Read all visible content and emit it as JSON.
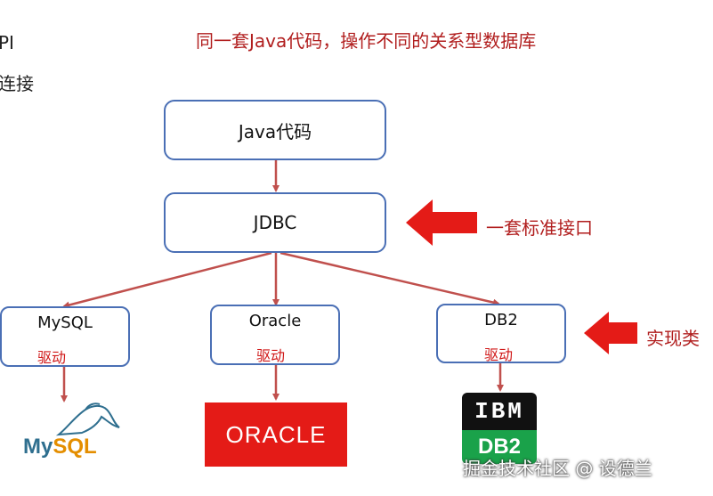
{
  "edge_fragments": {
    "line1": "PI",
    "line2": "连接"
  },
  "headline": "同一套Java代码，操作不同的关系型数据库",
  "nodes": {
    "java": "Java代码",
    "jdbc": "JDBC"
  },
  "drivers": [
    {
      "name": "MySQL",
      "sub": "驱动"
    },
    {
      "name": "Oracle",
      "sub": "驱动"
    },
    {
      "name": "DB2",
      "sub": "驱动"
    }
  ],
  "callouts": {
    "jdbc": "一套标准接口",
    "drivers": "实现类"
  },
  "logos": {
    "oracle": "ORACLE",
    "ibm_top": "IBM",
    "ibm_bottom": "DB2",
    "mysql_my": "My",
    "mysql_sql": "SQL"
  },
  "watermark": "掘金技术社区 @ 设德兰",
  "colors": {
    "box_border": "#4a6fb5",
    "connector": "#c0504d",
    "callout_arrow": "#e41b17",
    "headline": "#b11e1e"
  }
}
